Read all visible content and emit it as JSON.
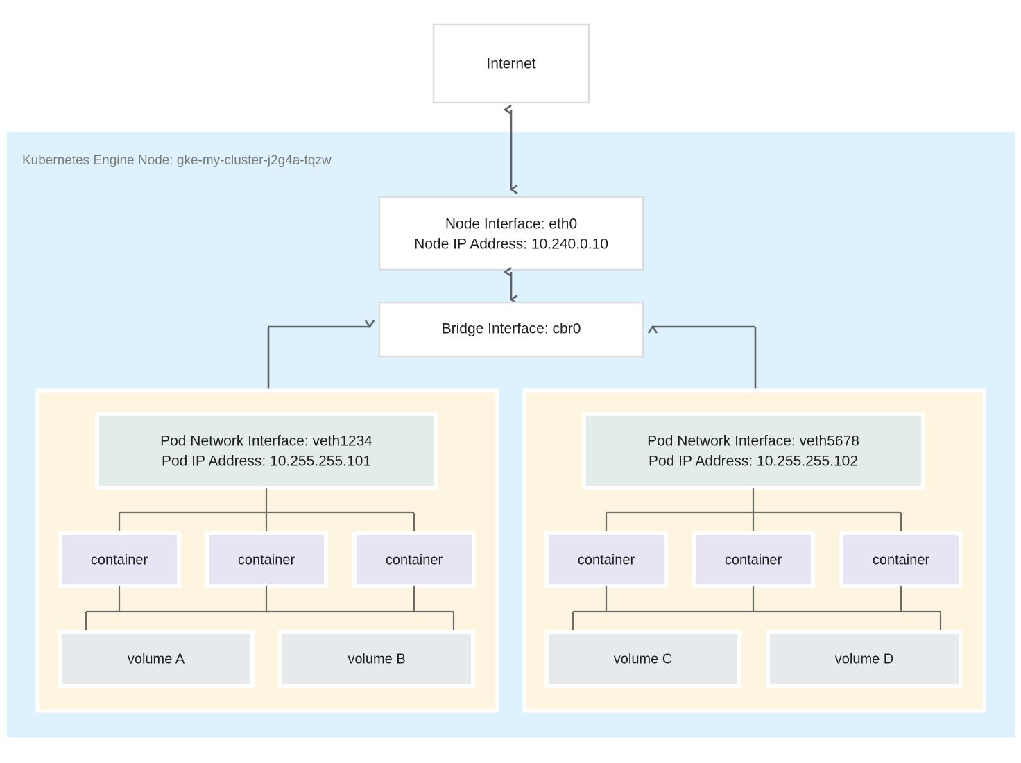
{
  "diagram": {
    "title_text": "Kubernetes Engine Node: gke-my-cluster-j2g4a-tqzw",
    "internet": {
      "label": "Internet"
    },
    "node_interface": {
      "line1": "Node Interface: eth0",
      "line2": "Node IP Address: 10.240.0.10"
    },
    "bridge": {
      "label": "Bridge Interface: cbr0"
    },
    "pods": [
      {
        "network_interface_line1": "Pod Network Interface: veth1234",
        "network_interface_line2": "Pod IP Address: 10.255.255.101",
        "containers": [
          {
            "label": "container"
          },
          {
            "label": "container"
          },
          {
            "label": "container"
          }
        ],
        "volumes": [
          {
            "label": "volume A"
          },
          {
            "label": "volume B"
          }
        ]
      },
      {
        "network_interface_line1": "Pod Network Interface: veth5678",
        "network_interface_line2": "Pod IP Address: 10.255.255.102",
        "containers": [
          {
            "label": "container"
          },
          {
            "label": "container"
          },
          {
            "label": "container"
          }
        ],
        "volumes": [
          {
            "label": "volume C"
          },
          {
            "label": "volume D"
          }
        ]
      }
    ]
  },
  "colors": {
    "node_region_bg": "#ddf2fd",
    "pod_region_bg": "#fdf5e0",
    "pod_interface_bg": "#e3ede7",
    "container_bg": "#e9e4f4",
    "volume_bg": "#e7eaed",
    "plain_box_bg": "#ffffff",
    "plain_box_border": "#dcdcdc",
    "connector": "#5f6368",
    "text": "#1f1f1f",
    "region_label_text": "#7b7b7b",
    "page_bg": "#ffffff"
  }
}
